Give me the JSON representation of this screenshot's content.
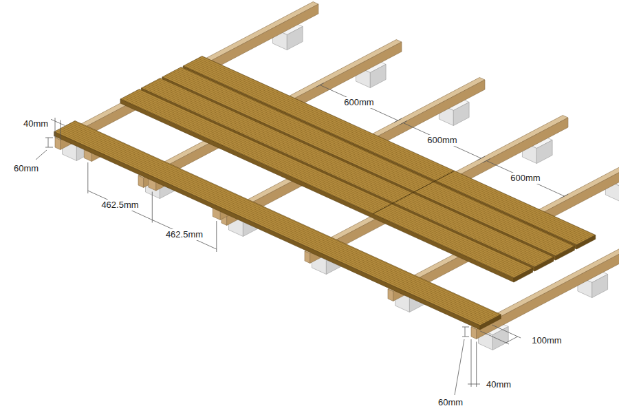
{
  "diagram": {
    "labels": [
      "40mm",
      "60mm",
      "600mm",
      "600mm",
      "600mm",
      "462.5mm",
      "462.5mm",
      "100mm",
      "40mm",
      "60mm"
    ]
  }
}
